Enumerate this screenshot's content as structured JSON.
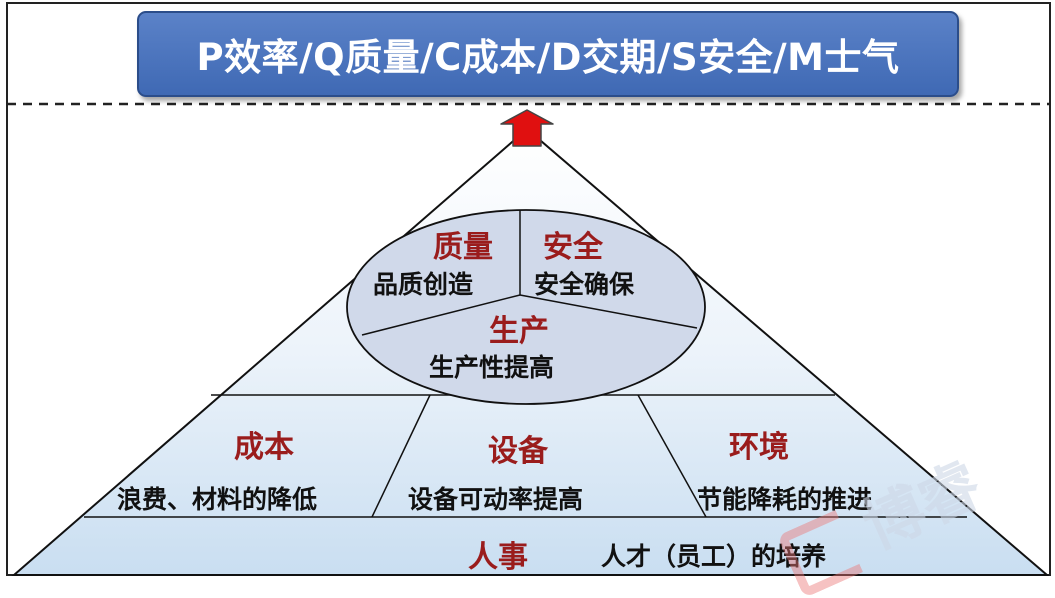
{
  "banner": {
    "text": "P效率/Q质量/C成本/D交期/S安全/M士气"
  },
  "top_circle": {
    "quality": {
      "title": "质量",
      "desc": "品质创造"
    },
    "safety": {
      "title": "安全",
      "desc": "安全确保"
    },
    "production": {
      "title": "生产",
      "desc": "生产性提高"
    }
  },
  "middle_tier": {
    "cost": {
      "title": "成本",
      "desc": "浪费、材料的降低"
    },
    "equipment": {
      "title": "设备",
      "desc": "设备可动率提高"
    },
    "environment": {
      "title": "环境",
      "desc": "节能降耗的推进"
    }
  },
  "base_tier": {
    "title": "人事",
    "desc": "人才（员工）的培养"
  },
  "watermark": {
    "text": "博睿"
  },
  "colors": {
    "banner": "#4a73bd",
    "heading_red": "#9a1c1c",
    "arrow_red": "#e01010",
    "pyramid_top": "#ffffff",
    "pyramid_bottom": "#cfe2f3",
    "circle_fill": "#d0d9ea"
  }
}
